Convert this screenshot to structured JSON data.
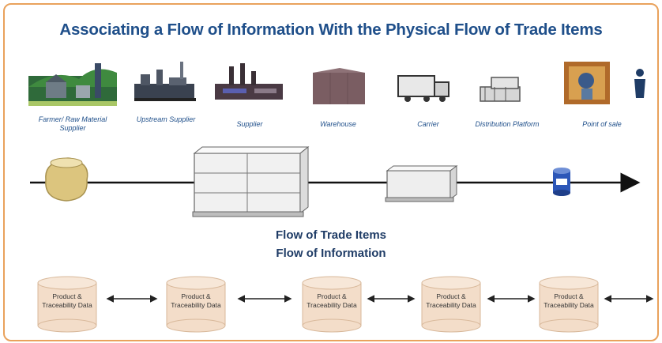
{
  "title": "Associating a Flow of Information With the Physical Flow of Trade Items",
  "stages": [
    {
      "label": "Farmer/ Raw Material Supplier",
      "icon": "farm-icon"
    },
    {
      "label": "Upstream Supplier",
      "icon": "factory-icon"
    },
    {
      "label": "Supplier",
      "icon": "supplier-factory-icon"
    },
    {
      "label": "Warehouse",
      "icon": "warehouse-icon"
    },
    {
      "label": "Carrier",
      "icon": "truck-icon"
    },
    {
      "label": "Distribution Platform",
      "icon": "distribution-building-icon"
    },
    {
      "label": "Point of sale",
      "icon": "store-icon"
    }
  ],
  "flow_labels": {
    "trade_items": "Flow of Trade Items",
    "information": "Flow of Information"
  },
  "data_stores": [
    {
      "label": "Product & Traceability Data"
    },
    {
      "label": "Product & Traceability Data"
    },
    {
      "label": "Product & Traceability Data"
    },
    {
      "label": "Product & Traceability Data"
    },
    {
      "label": "Product & Traceability Data"
    }
  ],
  "colors": {
    "frame": "#e9a25c",
    "title": "#1f4f8a",
    "stage_label": "#1f4f8a",
    "flow_label": "#1f3c66",
    "cylinder_fill": "#f3ddc9",
    "cylinder_stroke": "#d8b89a"
  }
}
